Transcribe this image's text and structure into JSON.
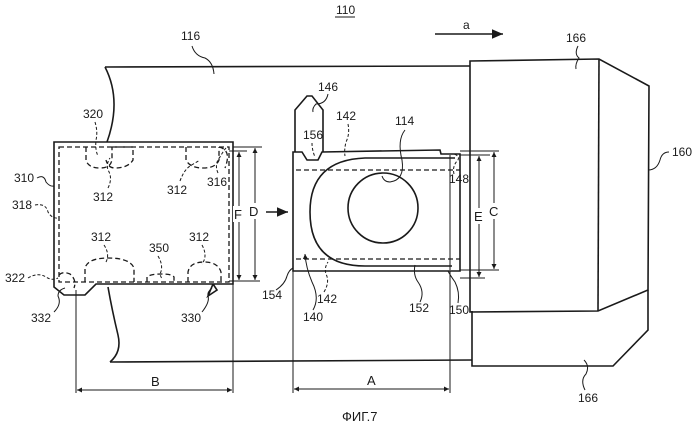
{
  "figure": {
    "ref_number": "110",
    "caption": "ФИГ.7",
    "direction_label": "a"
  },
  "labels": {
    "l116": "116",
    "l166_top": "166",
    "l166_bottom": "166",
    "l160": "160",
    "l146": "146",
    "l156": "156",
    "l142_top": "142",
    "l142_bottom": "142",
    "l114": "114",
    "l148": "148",
    "l150": "150",
    "l152": "152",
    "l154": "154",
    "l140": "140",
    "l320": "320",
    "l310": "310",
    "l318": "318",
    "l312_a": "312",
    "l312_b": "312",
    "l312_c": "312",
    "l312_d": "312",
    "l316": "316",
    "l350": "350",
    "l322": "322",
    "l332": "332",
    "l330": "330"
  },
  "dimensions": {
    "A": "A",
    "B": "B",
    "C": "C",
    "D": "D",
    "E": "E",
    "F": "F"
  }
}
